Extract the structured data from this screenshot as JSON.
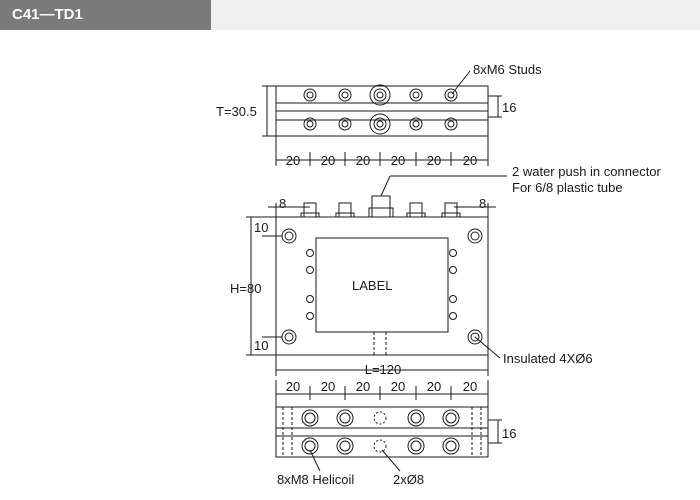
{
  "header": {
    "title": "C41—TD1"
  },
  "colors": {
    "header_tab": "#7a7a7a",
    "header_bar": "#f0f0f0",
    "line": "#1a1a1a"
  },
  "top_view": {
    "thickness": "T=30.5",
    "height_dim": "16",
    "studs_callout": "8xM6 Studs",
    "spacings": [
      "20",
      "20",
      "20",
      "20",
      "20",
      "20"
    ]
  },
  "front_view": {
    "connector_callout_1": "2 water push in connector",
    "connector_callout_2": "For 6/8  plastic tube",
    "offset_left": "8",
    "offset_right": "8",
    "dim_top": "10",
    "dim_bottom": "10",
    "height": "H=80",
    "label": "LABEL",
    "hole_callout": "Insulated 4XØ6",
    "length": "L=120"
  },
  "bottom_view": {
    "spacings": [
      "20",
      "20",
      "20",
      "20",
      "20",
      "20"
    ],
    "height_dim": "16",
    "helicoil_callout": "8xM8 Helicoil",
    "hole_callout": "2xØ8"
  }
}
